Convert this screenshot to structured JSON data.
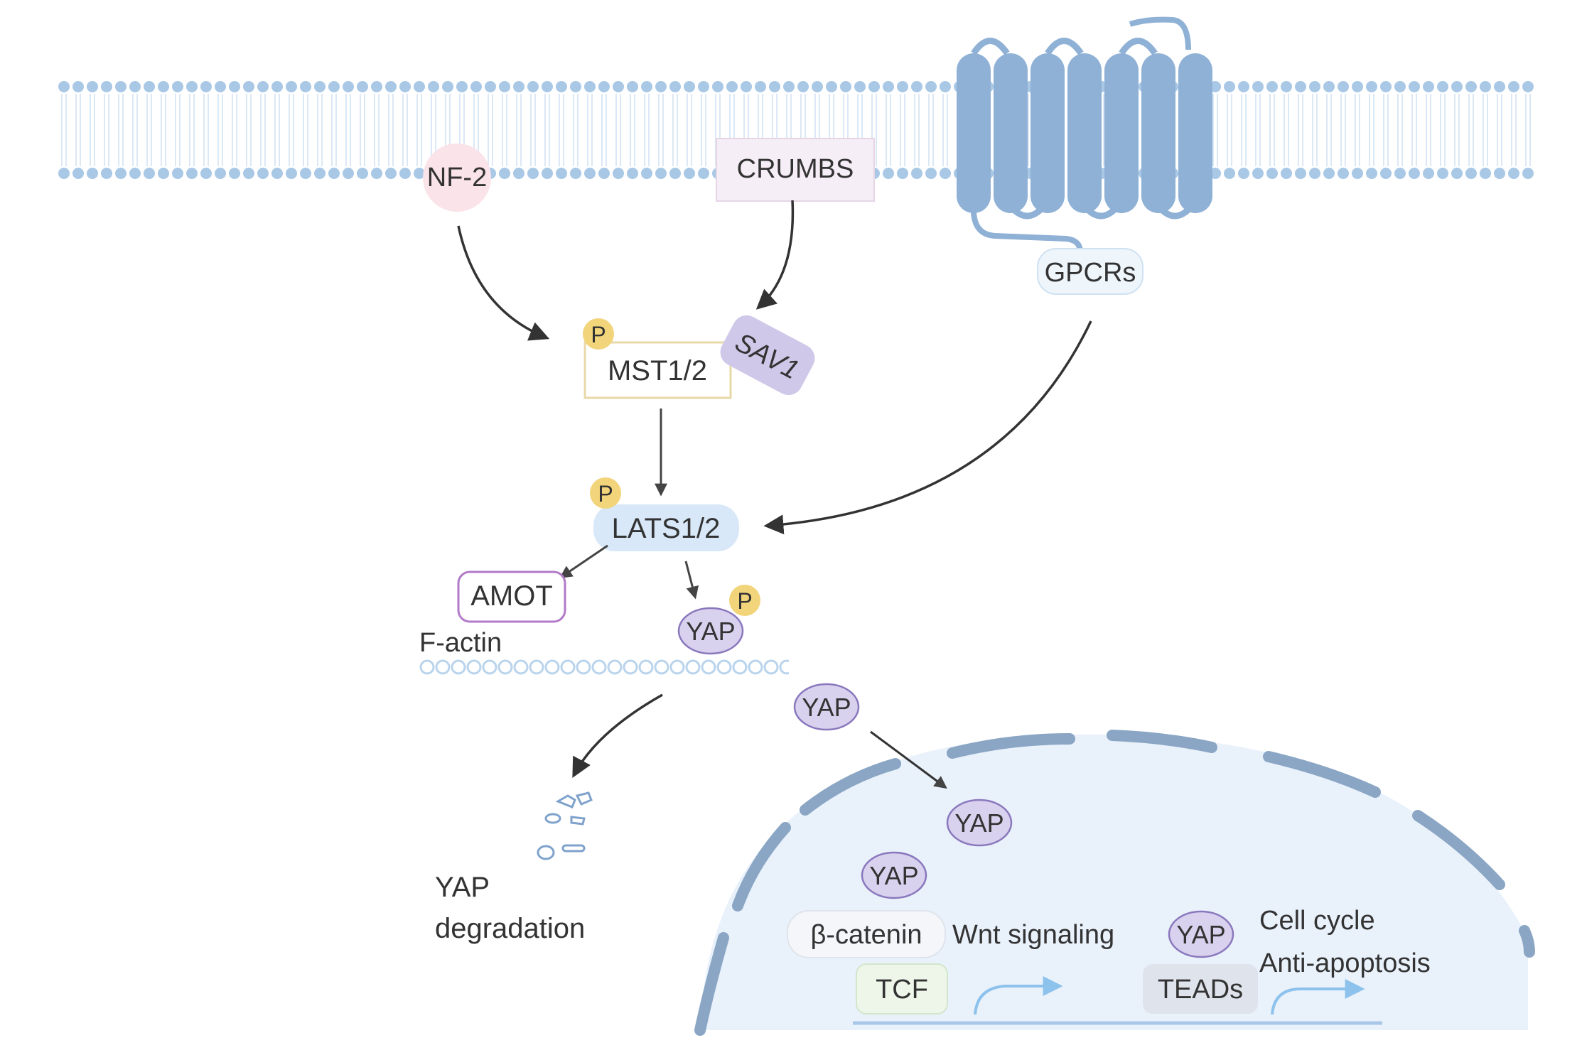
{
  "labels": {
    "nf2": "NF-2",
    "crumbs": "CRUMBS",
    "gpcrs": "GPCRs",
    "mst": "MST1/2",
    "sav1": "SAV1",
    "lats": "LATS1/2",
    "amot": "AMOT",
    "factin": "F-actin",
    "yap": "YAP",
    "phospho": "P",
    "yap_degradation_line1": "YAP",
    "yap_degradation_line2": "degradation",
    "beta_catenin": "β-catenin",
    "tcf": "TCF",
    "wnt": "Wnt signaling",
    "teads": "TEADs",
    "cell_cycle": "Cell cycle",
    "anti_apoptosis": "Anti-apoptosis"
  },
  "colors": {
    "membrane": "#a8c8e6",
    "gpcr": "#8fb1d6",
    "nucleus_fill": "#e9f1fb",
    "nuclear_envelope": "#8aa6c4",
    "yap_fill": "#d9d2ee",
    "yap_stroke": "#8a78bd",
    "phospho_fill": "#f2d47a",
    "arrow": "#333333",
    "amot_stroke": "#b27ac8",
    "mst_stroke": "#e8d8a8",
    "lats_fill": "#d8e8f8",
    "sav1_fill": "#cfc8e8",
    "crumbs_fill": "#f6eef6",
    "nf2_fill": "#fbe3ea",
    "transcription_arrow": "#8cc2ec"
  }
}
